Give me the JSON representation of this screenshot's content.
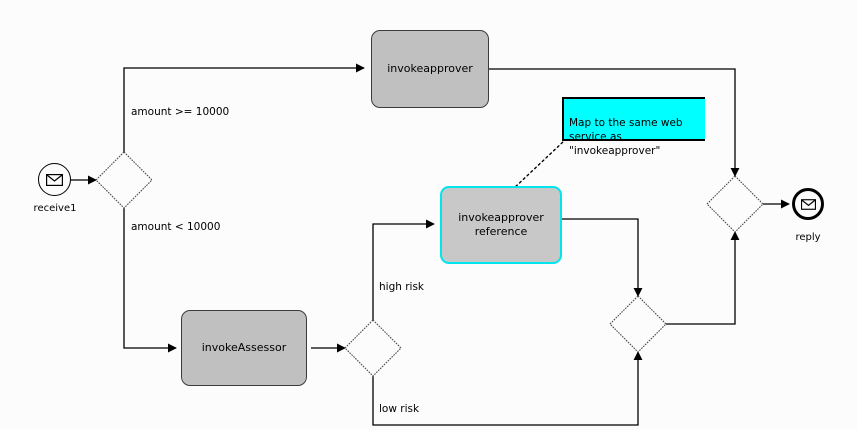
{
  "diagram": {
    "title": "BPMN process diagram",
    "background_color": "#fcfcfc",
    "accent_color": "#00ffff",
    "task_fill_color": "#c0c0c0",
    "line_color": "#000000"
  },
  "events": [
    {
      "id": "receive1",
      "type": "start-message-event",
      "label": "receive1",
      "icon": "envelope-icon"
    },
    {
      "id": "reply",
      "type": "end-message-event",
      "label": "reply",
      "icon": "envelope-icon"
    }
  ],
  "tasks": [
    {
      "id": "invokeapprover",
      "label": "invokeapprover",
      "selected": false
    },
    {
      "id": "invokeapprover-reference",
      "label": "invokeapprover\nreference",
      "selected": true
    },
    {
      "id": "invokeassessor",
      "label": "invokeAssessor",
      "selected": false
    }
  ],
  "gateways": [
    {
      "id": "gateway-amount",
      "label": ""
    },
    {
      "id": "gateway-risk",
      "label": ""
    },
    {
      "id": "gateway-merge-lower",
      "label": ""
    },
    {
      "id": "gateway-merge-right",
      "label": ""
    }
  ],
  "edge_labels": [
    {
      "id": "amount-high",
      "text": "amount >= 10000"
    },
    {
      "id": "amount-low",
      "text": "amount < 10000"
    },
    {
      "id": "risk-high",
      "text": "high risk"
    },
    {
      "id": "risk-low",
      "text": "low risk"
    }
  ],
  "annotations": [
    {
      "id": "annotation-map-service",
      "text": "Map to the same web\nservice as\n\"invokeapprover\"",
      "fill": "#00ffff"
    }
  ]
}
